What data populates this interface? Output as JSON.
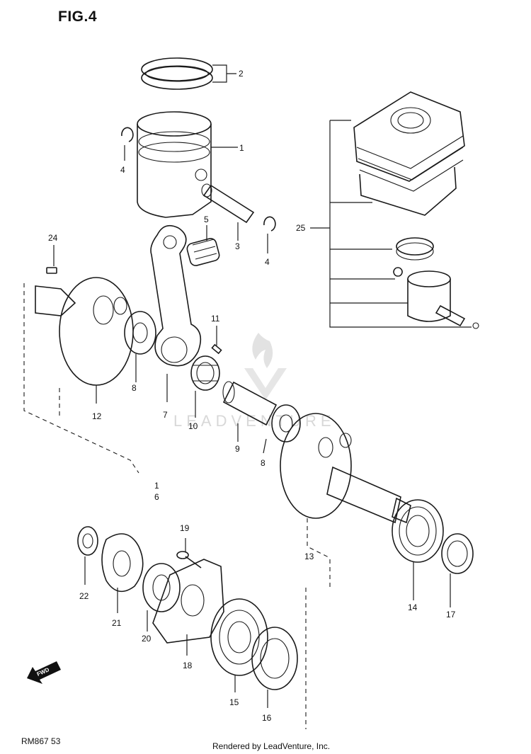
{
  "figure": {
    "title": "FIG.4"
  },
  "footer": {
    "code": "RM867 53",
    "credit": "Rendered by LeadVenture, Inc."
  },
  "watermark": {
    "text": "LEADVENTURE"
  },
  "fwd_label": "FWD",
  "callouts": {
    "c1": "1",
    "c2": "2",
    "c3": "3",
    "c4a": "4",
    "c4b": "4",
    "c5": "5",
    "c1_6a": "1",
    "c1_6b": "6",
    "c7": "7",
    "c8a": "8",
    "c8b": "8",
    "c9": "9",
    "c10": "10",
    "c11": "11",
    "c12": "12",
    "c13": "13",
    "c14": "14",
    "c15": "15",
    "c16": "16",
    "c17": "17",
    "c18": "18",
    "c19": "19",
    "c20": "20",
    "c21": "21",
    "c22": "22",
    "c24": "24",
    "c25": "25"
  }
}
